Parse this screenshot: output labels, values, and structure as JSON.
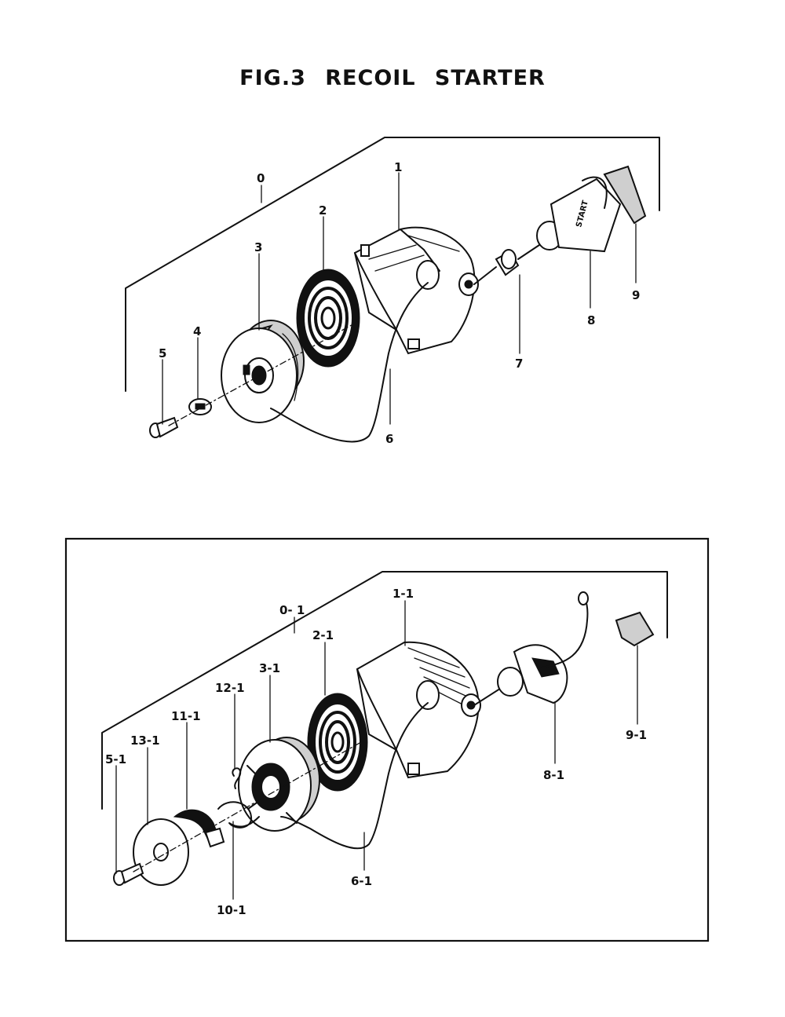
{
  "title": "FIG.3   RECOIL  STARTER",
  "upper_assembly": {
    "labels": [
      "0",
      "1",
      "2",
      "3",
      "4",
      "5",
      "6",
      "7",
      "8",
      "9"
    ],
    "handle_text": "START"
  },
  "lower_assembly": {
    "labels": [
      "0- 1",
      "1-1",
      "2-1",
      "3-1",
      "5-1",
      "6-1",
      "8-1",
      "9-1",
      "10-1",
      "11-1",
      "12-1",
      "13-1"
    ]
  }
}
